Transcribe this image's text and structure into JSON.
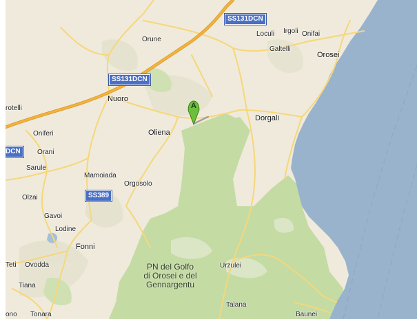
{
  "map": {
    "colors": {
      "land": "#efeadb",
      "sea": "#99b3cc",
      "park": "#c4dba4",
      "major_road": "#f2b33d",
      "road": "#f6d779",
      "shield": "#4a6fc4",
      "marker": "#6bbf3a"
    },
    "marker": {
      "label": "A",
      "icon": "map-pin-icon"
    },
    "places": {
      "orune": "Orune",
      "loculi": "Loculi",
      "irgoli": "Irgoli",
      "onifai": "Onifai",
      "galtelli": "Galtelli",
      "orosei": "Orosei",
      "orotelli": "rotelli",
      "nuoro": "Nuoro",
      "dorgali": "Dorgali",
      "oliena": "Oliena",
      "oniferi": "Oniferi",
      "orani": "Orani",
      "sarule": "Sarule",
      "mamoiada": "Mamoiada",
      "orgosolo": "Orgosolo",
      "olzai": "Olzai",
      "gavoi": "Gavoi",
      "lodine": "Lodine",
      "fonni": "Fonni",
      "teti": "Teti",
      "ovodda": "Ovodda",
      "tiana": "Tiana",
      "tonara": "Tonara",
      "ono": "ono",
      "urzulei": "Urzulei",
      "talana": "Talana",
      "baunei": "Baunei"
    },
    "park": {
      "line1": "PN del Golfo",
      "line2": "di Orosei e del",
      "line3": "Gennargentu"
    },
    "shields": {
      "ss131dcn_top": "SS131DCN",
      "ss131dcn_mid": "SS131DCN",
      "ss131dcn_left": "DCN",
      "ss389": "SS389"
    }
  }
}
